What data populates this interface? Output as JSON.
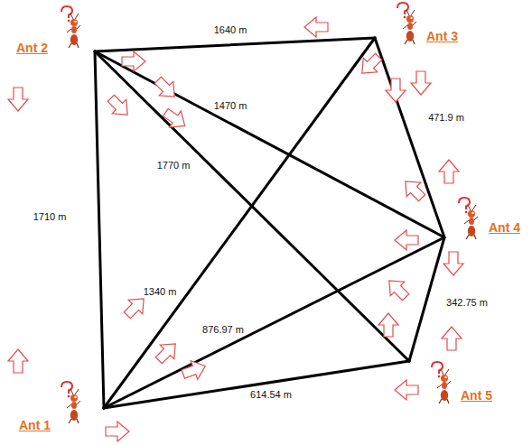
{
  "diagram": {
    "nodes": [
      {
        "text": [
          "Ant 2"
        ]
      },
      {
        "text": [
          "Ant 3"
        ]
      },
      {
        "text": [
          "Ant 4"
        ]
      },
      {
        "text": [
          "Ant 5"
        ]
      },
      {
        "text": [
          "Ant 1"
        ]
      }
    ],
    "edges": [
      {
        "from": 0,
        "to": 1,
        "label": "1640 m",
        "arrow": "none"
      },
      {
        "from": 0,
        "to": 4,
        "label": "1710 m",
        "arrow": "none"
      },
      {
        "from": 0,
        "to": 2,
        "label": "1470 m",
        "arrow": "none"
      },
      {
        "from": 0,
        "to": 3,
        "label": "1770 m",
        "arrow": "none"
      },
      {
        "from": 1,
        "to": 2,
        "label": "471.9 m",
        "arrow": "none"
      },
      {
        "from": 1,
        "to": 4,
        "label": "1340 m",
        "arrow": "none"
      },
      {
        "from": 2,
        "to": 4,
        "label": "876.97 m",
        "arrow": "none"
      },
      {
        "from": 2,
        "to": 3,
        "label": "342.75 m",
        "arrow": "none"
      },
      {
        "from": 3,
        "to": 4,
        "label": "614.54 m",
        "arrow": "none"
      }
    ]
  }
}
